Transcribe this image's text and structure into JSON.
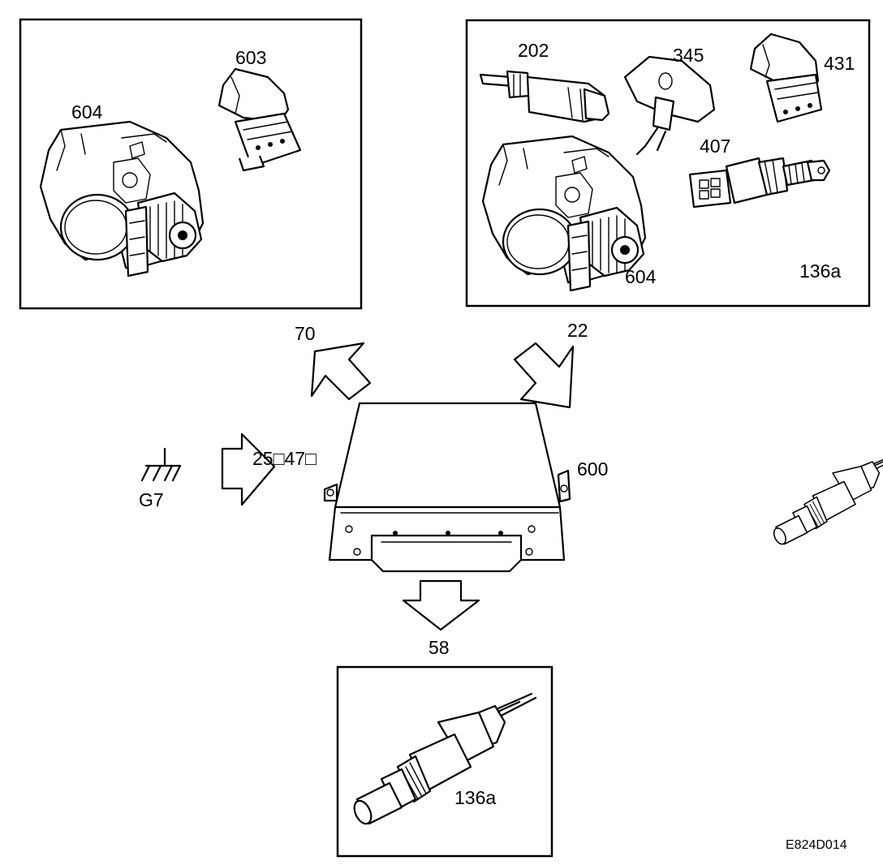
{
  "labels": {
    "p604_left": "604",
    "p603": "603",
    "p202": "202",
    "p345": "345",
    "p431": "431",
    "p407": "407",
    "p604_right": "604",
    "p136a_top": "136a",
    "p600": "600",
    "g7": "G7",
    "pins": "25□47□",
    "a70": "70",
    "a22": "22",
    "a58": "58",
    "p136a_bottom": "136a",
    "code": "E824D014"
  }
}
